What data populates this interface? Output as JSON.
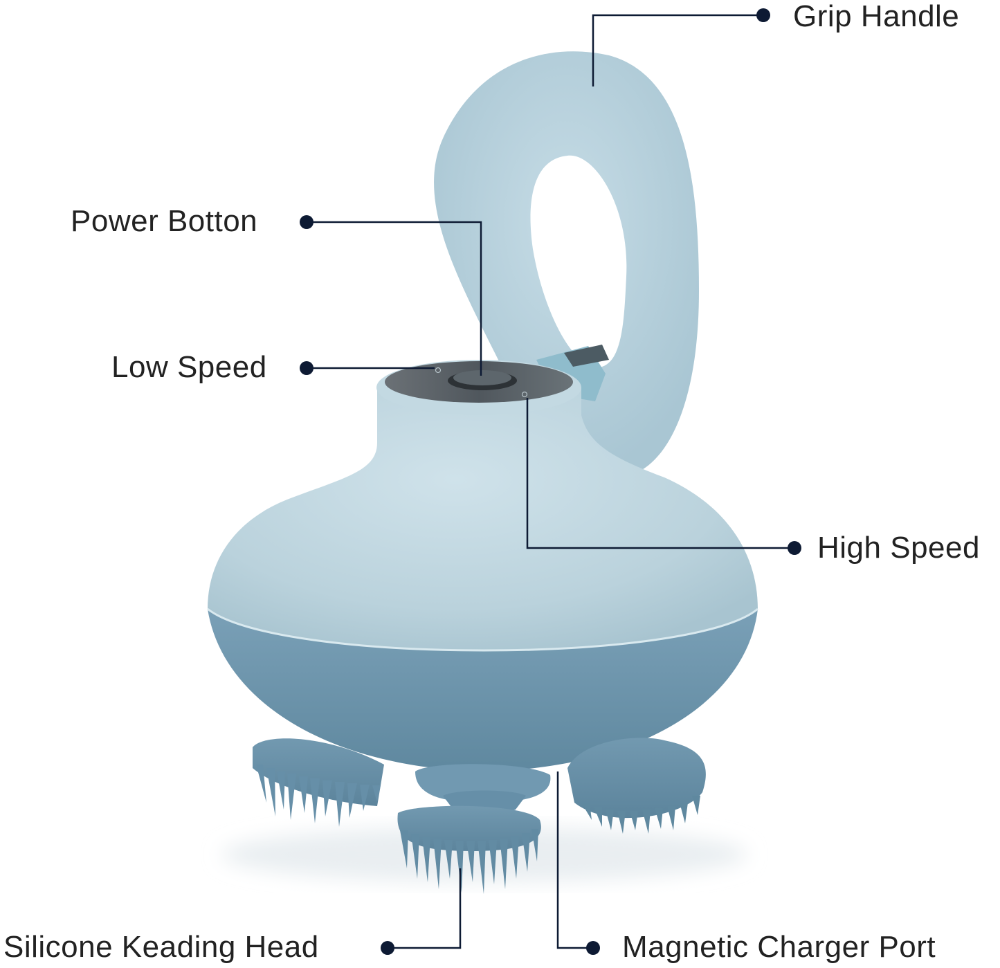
{
  "diagram": {
    "subject": "Electric scalp massager",
    "colors": {
      "background": "#ffffff",
      "body_light": "#bcd4de",
      "body_dark": "#6e95ad",
      "handle": "#b9d3df",
      "control_panel": "#5b6268",
      "callout_line": "#0d1a33",
      "callout_dot": "#0d1a33",
      "label_text": "#222222"
    },
    "callouts": [
      {
        "id": "grip-handle",
        "label": "Grip Handle",
        "side": "right"
      },
      {
        "id": "power-button",
        "label": "Power Botton",
        "side": "left"
      },
      {
        "id": "low-speed",
        "label": "Low Speed",
        "side": "left"
      },
      {
        "id": "high-speed",
        "label": "High Speed",
        "side": "right"
      },
      {
        "id": "silicone-kneading-head",
        "label": "Silicone Keading Head",
        "side": "left"
      },
      {
        "id": "magnetic-charger-port",
        "label": "Magnetic Charger Port",
        "side": "right"
      }
    ]
  }
}
